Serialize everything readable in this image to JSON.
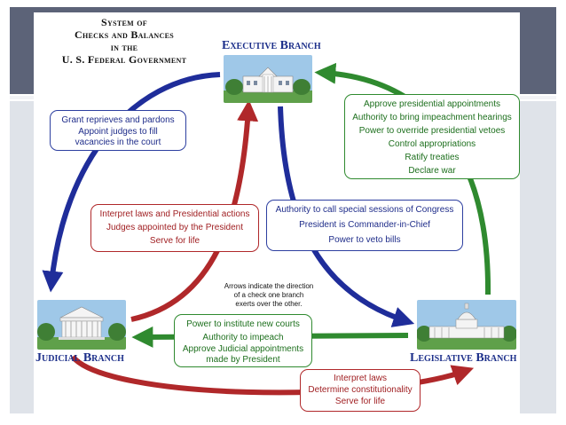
{
  "title": {
    "line1": "System of",
    "line2": "Checks and Balances",
    "line3": "in the",
    "line4": "U. S. Federal Government"
  },
  "branches": {
    "executive": "Executive Branch",
    "judicial": "Judicial Branch",
    "legislative": "Legislative Branch"
  },
  "checks": {
    "executive_on_judicial": [
      "Grant reprieves and pardons",
      "Appoint judges to fill",
      "vacancies in the court"
    ],
    "judicial_on_executive": [
      "Interpret laws and Presidential actions",
      "Judges appointed by the President",
      "Serve for life"
    ],
    "executive_on_legislative": [
      "Authority to call special sessions of Congress",
      "President is Commander-in-Chief",
      "Power to veto bills"
    ],
    "legislative_on_executive": [
      "Approve presidential appointments",
      "Authority to bring impeachment hearings",
      "Power to override presidential vetoes",
      "Control appropriations",
      "Ratify treaties",
      "Declare war"
    ],
    "legislative_on_judicial": [
      "Power to institute new courts",
      "Authority to impeach",
      "Approve Judicial appointments",
      "made by President"
    ],
    "judicial_on_legislative": [
      "Interpret laws",
      "Determine constitutionality",
      "Serve for life"
    ]
  },
  "note": [
    "Arrows indicate the direction",
    "of a check one branch",
    "exerts over the other."
  ],
  "colors": {
    "blue": "#1f2d8a",
    "red": "#b0282a",
    "green": "#2f8a2f",
    "band": "#5c6378"
  },
  "icons": {
    "executive": "white-house-icon",
    "judicial": "supreme-court-icon",
    "legislative": "capitol-icon"
  }
}
